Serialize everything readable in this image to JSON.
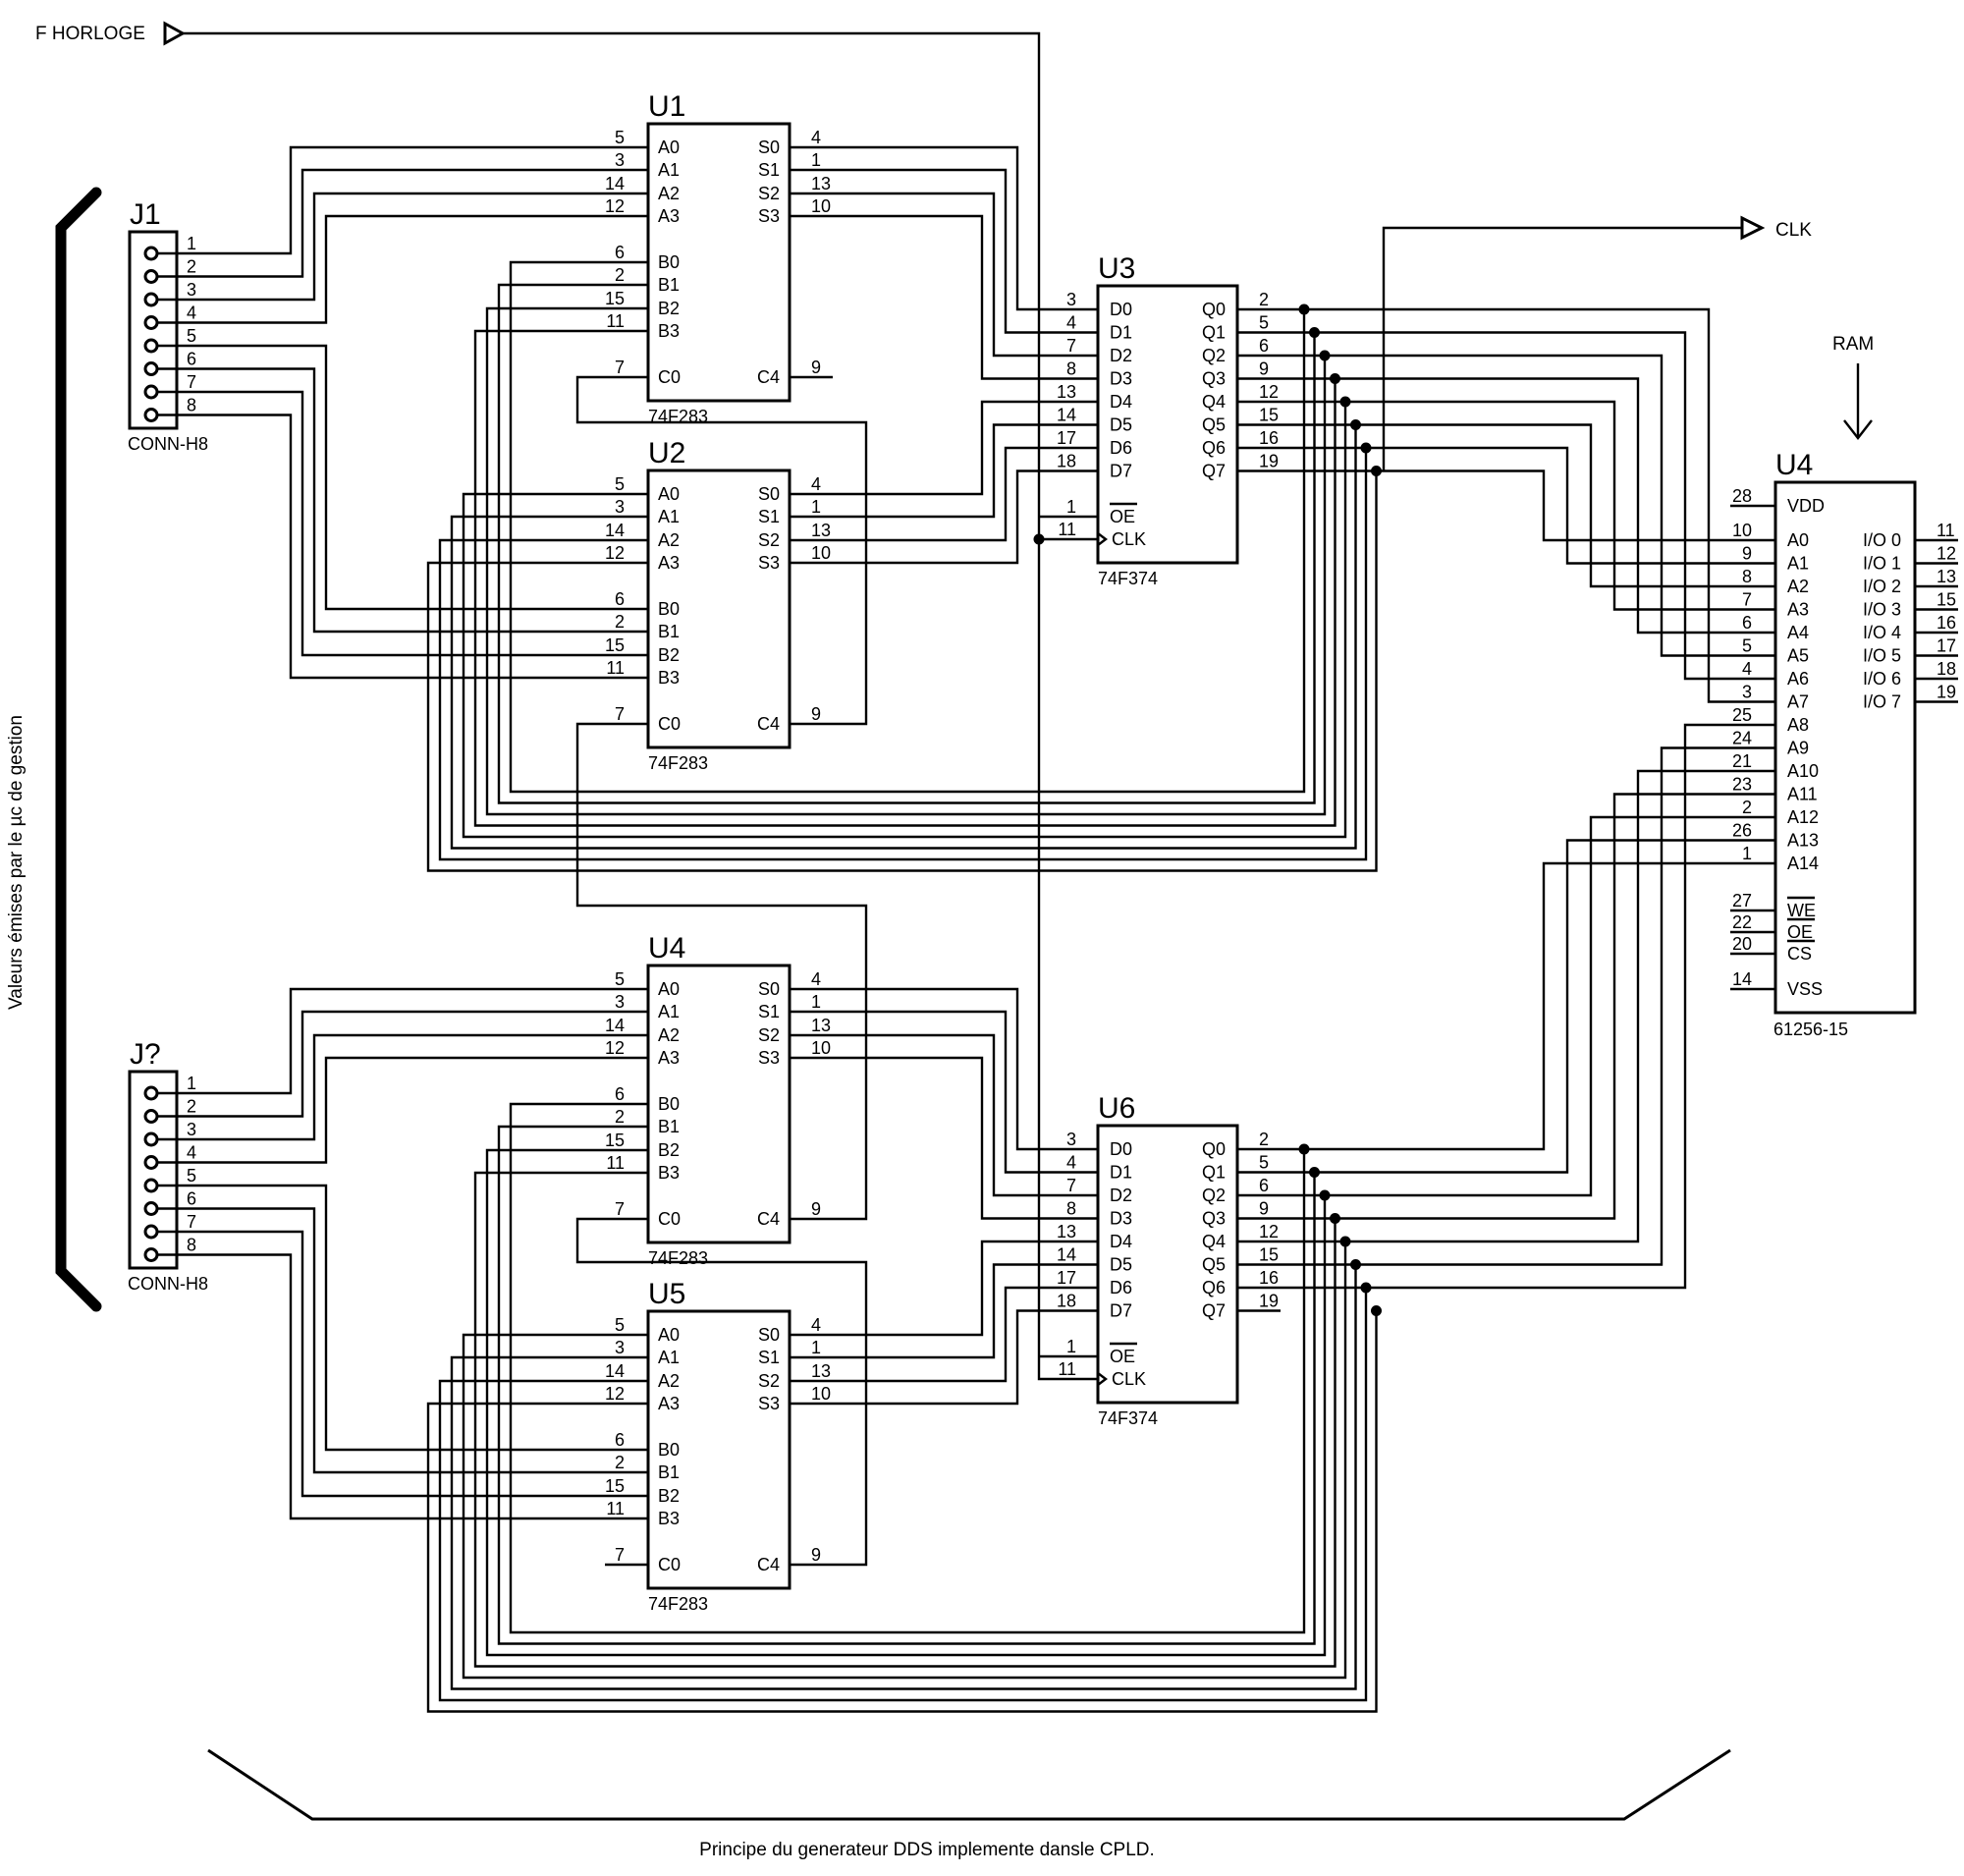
{
  "nets": {
    "clock_in": "F HORLOGE",
    "clk_out": "CLK",
    "ram": "RAM"
  },
  "side_label": "Valeurs émises par le µc de gestion",
  "caption": "Principe du   generateur DDS implemente dansle CPLD.",
  "connectors": [
    {
      "ref": "J1",
      "part": "CONN-H8",
      "pins": [
        "1",
        "2",
        "3",
        "4",
        "5",
        "6",
        "7",
        "8"
      ]
    },
    {
      "ref": "J?",
      "part": "CONN-H8",
      "pins": [
        "1",
        "2",
        "3",
        "4",
        "5",
        "6",
        "7",
        "8"
      ]
    }
  ],
  "adder": {
    "part": "74F283",
    "left_labels": [
      "A0",
      "A1",
      "A2",
      "A3",
      "B0",
      "B1",
      "B2",
      "B3",
      "C0"
    ],
    "left_pins": [
      "5",
      "3",
      "14",
      "12",
      "6",
      "2",
      "15",
      "11",
      "7"
    ],
    "right_labels": [
      "S0",
      "S1",
      "S2",
      "S3",
      "C4"
    ],
    "right_pins": [
      "4",
      "1",
      "13",
      "10",
      "9"
    ]
  },
  "adders": [
    {
      "ref": "U1"
    },
    {
      "ref": "U2"
    },
    {
      "ref": "U4"
    },
    {
      "ref": "U5"
    }
  ],
  "latch": {
    "part": "74F374",
    "d_labels": [
      "D0",
      "D1",
      "D2",
      "D3",
      "D4",
      "D5",
      "D6",
      "D7"
    ],
    "d_pins": [
      "3",
      "4",
      "7",
      "8",
      "13",
      "14",
      "17",
      "18"
    ],
    "q_labels": [
      "Q0",
      "Q1",
      "Q2",
      "Q3",
      "Q4",
      "Q5",
      "Q6",
      "Q7"
    ],
    "q_pins": [
      "2",
      "5",
      "6",
      "9",
      "12",
      "15",
      "16",
      "19"
    ],
    "oe_label": "OE",
    "oe_pin": "1",
    "clk_label": "CLK",
    "clk_pin": "11"
  },
  "latches": [
    {
      "ref": "U3"
    },
    {
      "ref": "U6"
    }
  ],
  "ram": {
    "ref": "U4",
    "part": "61256-15",
    "vdd_label": "VDD",
    "vdd_pin": "28",
    "addr_labels": [
      "A0",
      "A1",
      "A2",
      "A3",
      "A4",
      "A5",
      "A6",
      "A7",
      "A8",
      "A9",
      "A10",
      "A11",
      "A12",
      "A13",
      "A14"
    ],
    "addr_pins": [
      "10",
      "9",
      "8",
      "7",
      "6",
      "5",
      "4",
      "3",
      "25",
      "24",
      "21",
      "23",
      "2",
      "26",
      "1"
    ],
    "ctrl_labels": [
      "WE",
      "OE",
      "CS"
    ],
    "ctrl_pins": [
      "27",
      "22",
      "20"
    ],
    "vss_label": "VSS",
    "vss_pin": "14",
    "io_labels": [
      "I/O 0",
      "I/O 1",
      "I/O 2",
      "I/O 3",
      "I/O 4",
      "I/O 5",
      "I/O 6",
      "I/O 7"
    ],
    "io_pins": [
      "11",
      "12",
      "13",
      "15",
      "16",
      "17",
      "18",
      "19"
    ]
  }
}
